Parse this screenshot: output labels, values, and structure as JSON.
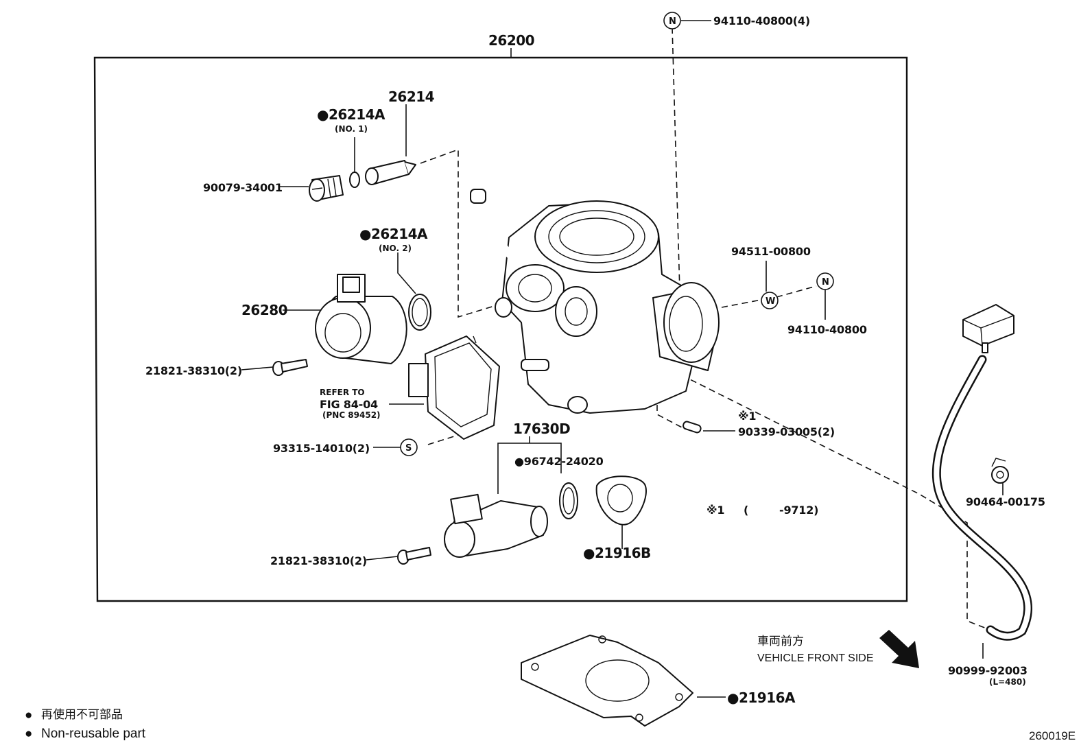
{
  "assembly": {
    "part_no": "26200"
  },
  "labels": {
    "idle_screw": "26214",
    "oring_no1": "●26214A",
    "oring_no1_sub": "(NO. 1)",
    "plug": "90079-34001",
    "oring_no2": "●26214A",
    "oring_no2_sub": "(NO. 2)",
    "sensor": "26280",
    "screw_a": "21821-38310(2)",
    "refer_1": "REFER TO",
    "refer_2": "FIG 84-04",
    "refer_3": "(PNC 89452)",
    "screw_s": "93315-14010(2)",
    "iac_valve": "17630D",
    "oring_iac": "●96742-24020",
    "screw_b": "21821-38310(2)",
    "gasket_b": "●21916B",
    "nut_top": "94110-40800(4)",
    "washer": "94511-00800",
    "nut_side": "94110-40800",
    "pin_mark": "※1",
    "pin": "90339-03005(2)",
    "note_mark": "※1",
    "note_paren_open": "(",
    "note_range": "-9712)",
    "clip": "90464-00175",
    "hose": "90999-92003",
    "hose_sub": "(L=480)",
    "gasket_a": "●21916A"
  },
  "symbols": {
    "nut": "N",
    "washer": "W",
    "screw": "S"
  },
  "direction": {
    "jp": "車両前方",
    "en": "VEHICLE FRONT SIDE"
  },
  "legend": {
    "jp": "再使用不可部品",
    "en": "Non-reusable part",
    "bullet": "●"
  },
  "drawing_code": "260019E"
}
